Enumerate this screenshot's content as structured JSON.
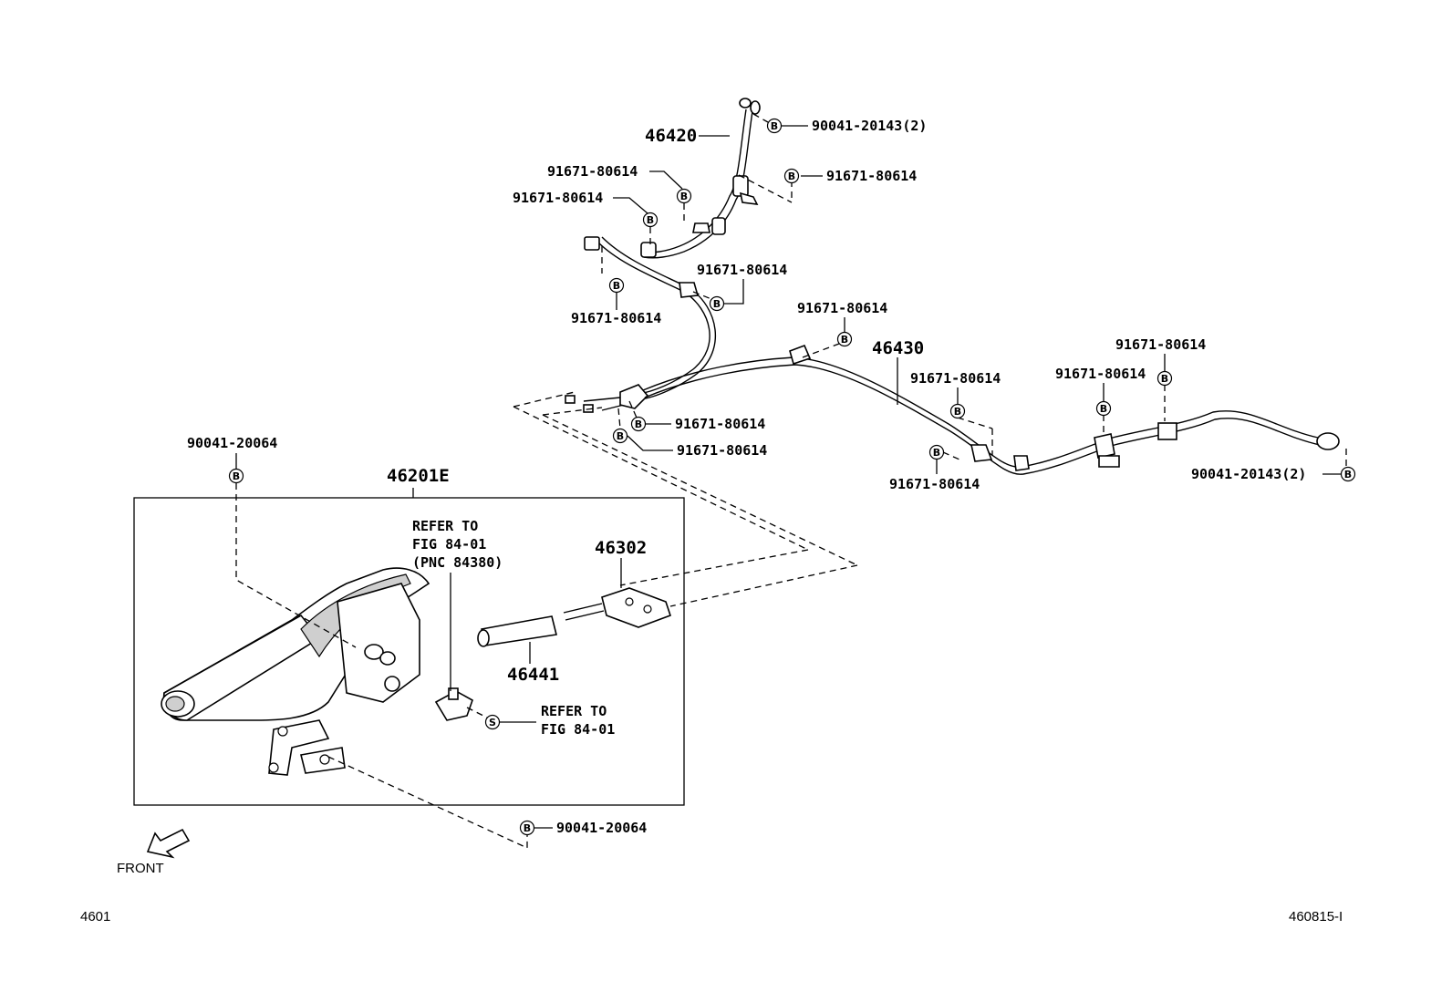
{
  "parts": {
    "rear_cable_lh": "46420",
    "rear_cable_rh": "46430",
    "lever_assy": "46201E",
    "front_cable": "46302",
    "grip": "46441"
  },
  "fasteners": {
    "bolt_90041_20143": "90041-20143(2)",
    "bolt_91671_80614": "91671-80614",
    "bolt_90041_20064": "90041-20064"
  },
  "symbols": {
    "b": "B",
    "s": "S"
  },
  "notes": {
    "refer_1_line1": "REFER TO",
    "refer_1_line2": "FIG 84-01",
    "refer_1_line3": "(PNC 84380)",
    "refer_2_line1": "REFER TO",
    "refer_2_line2": "FIG 84-01"
  },
  "footer": {
    "front_label": "FRONT",
    "section_code": "4601",
    "figure_code": "460815-I"
  }
}
